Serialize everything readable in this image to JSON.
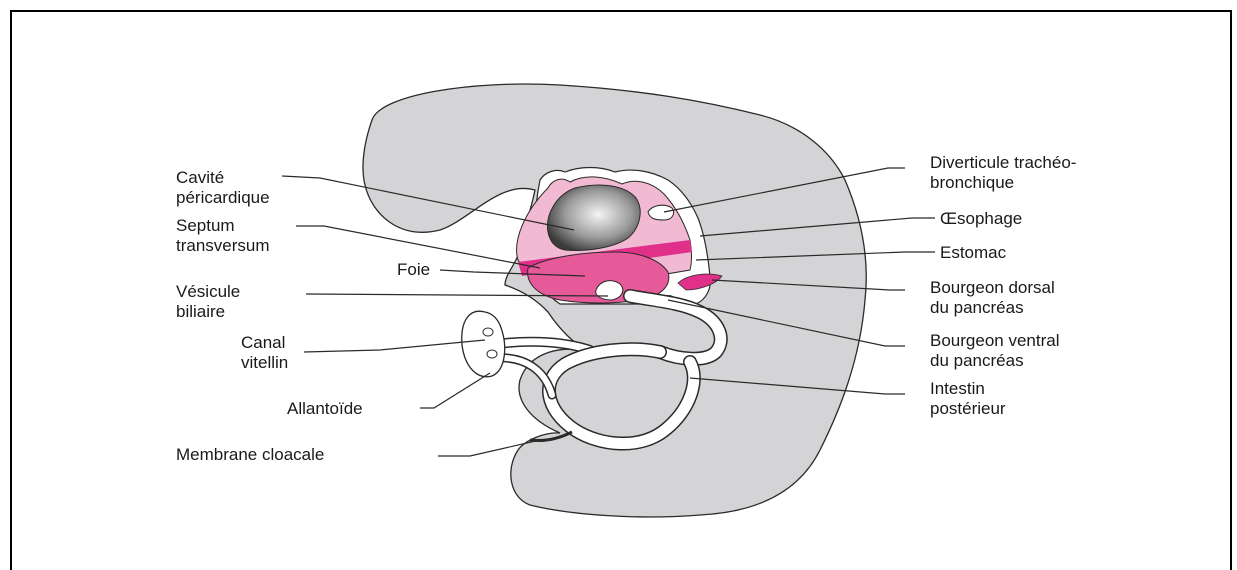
{
  "colors": {
    "embryo": "#d4d4d6",
    "pink_light": "#f2b9d2",
    "pink_mid": "#e75a9a",
    "pink_dark": "#e0308a",
    "line": "#2a2a2a"
  },
  "labels": {
    "cavite_pericardique": [
      "Cavité",
      "péricardique"
    ],
    "septum_transversum": [
      "Septum",
      "transversum"
    ],
    "foie": [
      "Foie"
    ],
    "vesicule_biliaire": [
      "Vésicule",
      "biliaire"
    ],
    "canal_vitellin": [
      "Canal",
      "vitellin"
    ],
    "allantoide": [
      "Allantoïde"
    ],
    "membrane_cloacale": [
      "Membrane cloacale"
    ],
    "diverticule": [
      "Diverticule trachéo-",
      "bronchique"
    ],
    "oesophage": [
      "Œsophage"
    ],
    "estomac": [
      "Estomac"
    ],
    "bourgeon_dorsal": [
      "Bourgeon dorsal",
      "du pancréas"
    ],
    "bourgeon_ventral": [
      "Bourgeon ventral",
      "du pancréas"
    ],
    "intestin_posterieur": [
      "Intestin",
      "postérieur"
    ]
  }
}
